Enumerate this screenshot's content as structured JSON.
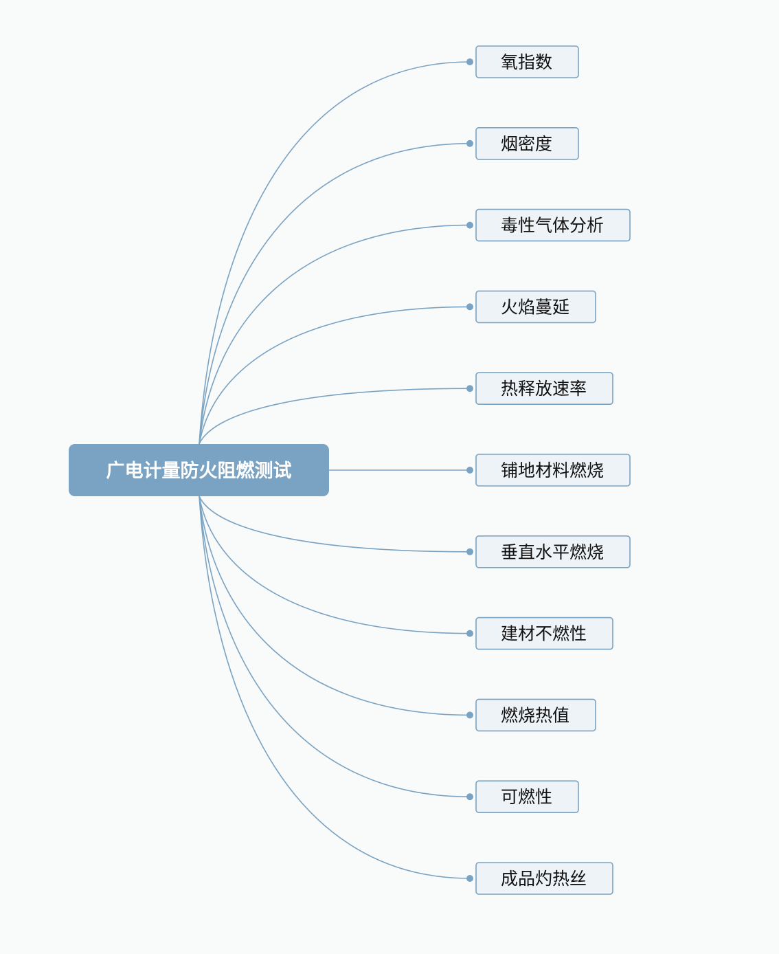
{
  "root": {
    "label": "广电计量防火阻燃测试"
  },
  "branches": [
    {
      "label": "氧指数"
    },
    {
      "label": "烟密度"
    },
    {
      "label": "毒性气体分析"
    },
    {
      "label": "火焰蔓延"
    },
    {
      "label": "热释放速率"
    },
    {
      "label": "铺地材料燃烧"
    },
    {
      "label": "垂直水平燃烧"
    },
    {
      "label": "建材不燃性"
    },
    {
      "label": "燃烧热值"
    },
    {
      "label": "可燃性"
    },
    {
      "label": "成品灼热丝"
    }
  ],
  "colors": {
    "accent": "#7aa2c2",
    "node_fill": "#eef3f7",
    "background": "#f9fafa"
  }
}
